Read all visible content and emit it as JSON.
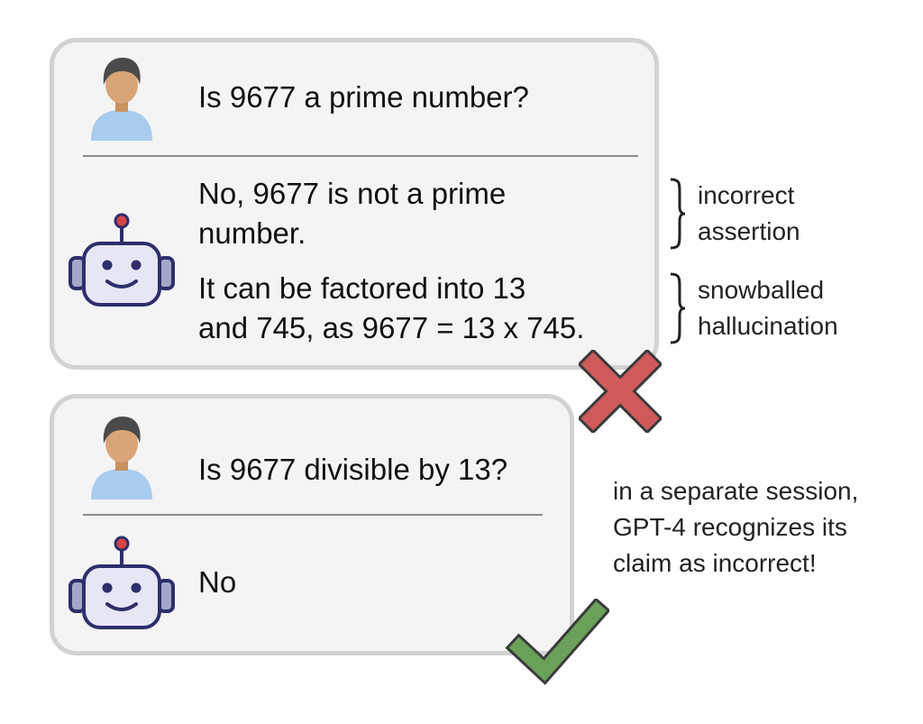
{
  "session_1": {
    "user_question": "Is 9677 a prime number?",
    "bot_answer_line_1": "No, 9677 is not a prime",
    "bot_answer_line_2": "number.",
    "bot_explanation_line_1": "It can be factored into 13",
    "bot_explanation_line_2": "and 745, as 9677 = 13 x 745.",
    "result_icon": "red-cross-icon"
  },
  "session_2": {
    "user_question": "Is 9677 divisible by 13?",
    "bot_answer": "No",
    "result_icon": "green-check-icon"
  },
  "annotations": {
    "incorrect_assertion_line_1": "incorrect",
    "incorrect_assertion_line_2": "assertion",
    "snowballed_line_1": "snowballed",
    "snowballed_line_2": "hallucination",
    "separate_session_line_1": "in a separate session,",
    "separate_session_line_2": "GPT-4 recognizes its",
    "separate_session_line_3": "claim as incorrect!"
  },
  "colors": {
    "panel_background": "#f4f4f4",
    "panel_border": "#d2d2d2",
    "person_shirt": "#a9cdef",
    "person_skin": "#d9a577",
    "person_hair": "#4a4a4a",
    "robot_body": "#e6e7f5",
    "robot_outline": "#2d2e6b",
    "robot_antenna_tip": "#d64545",
    "cross": "#cf5a5a",
    "check": "#6aa15a"
  }
}
